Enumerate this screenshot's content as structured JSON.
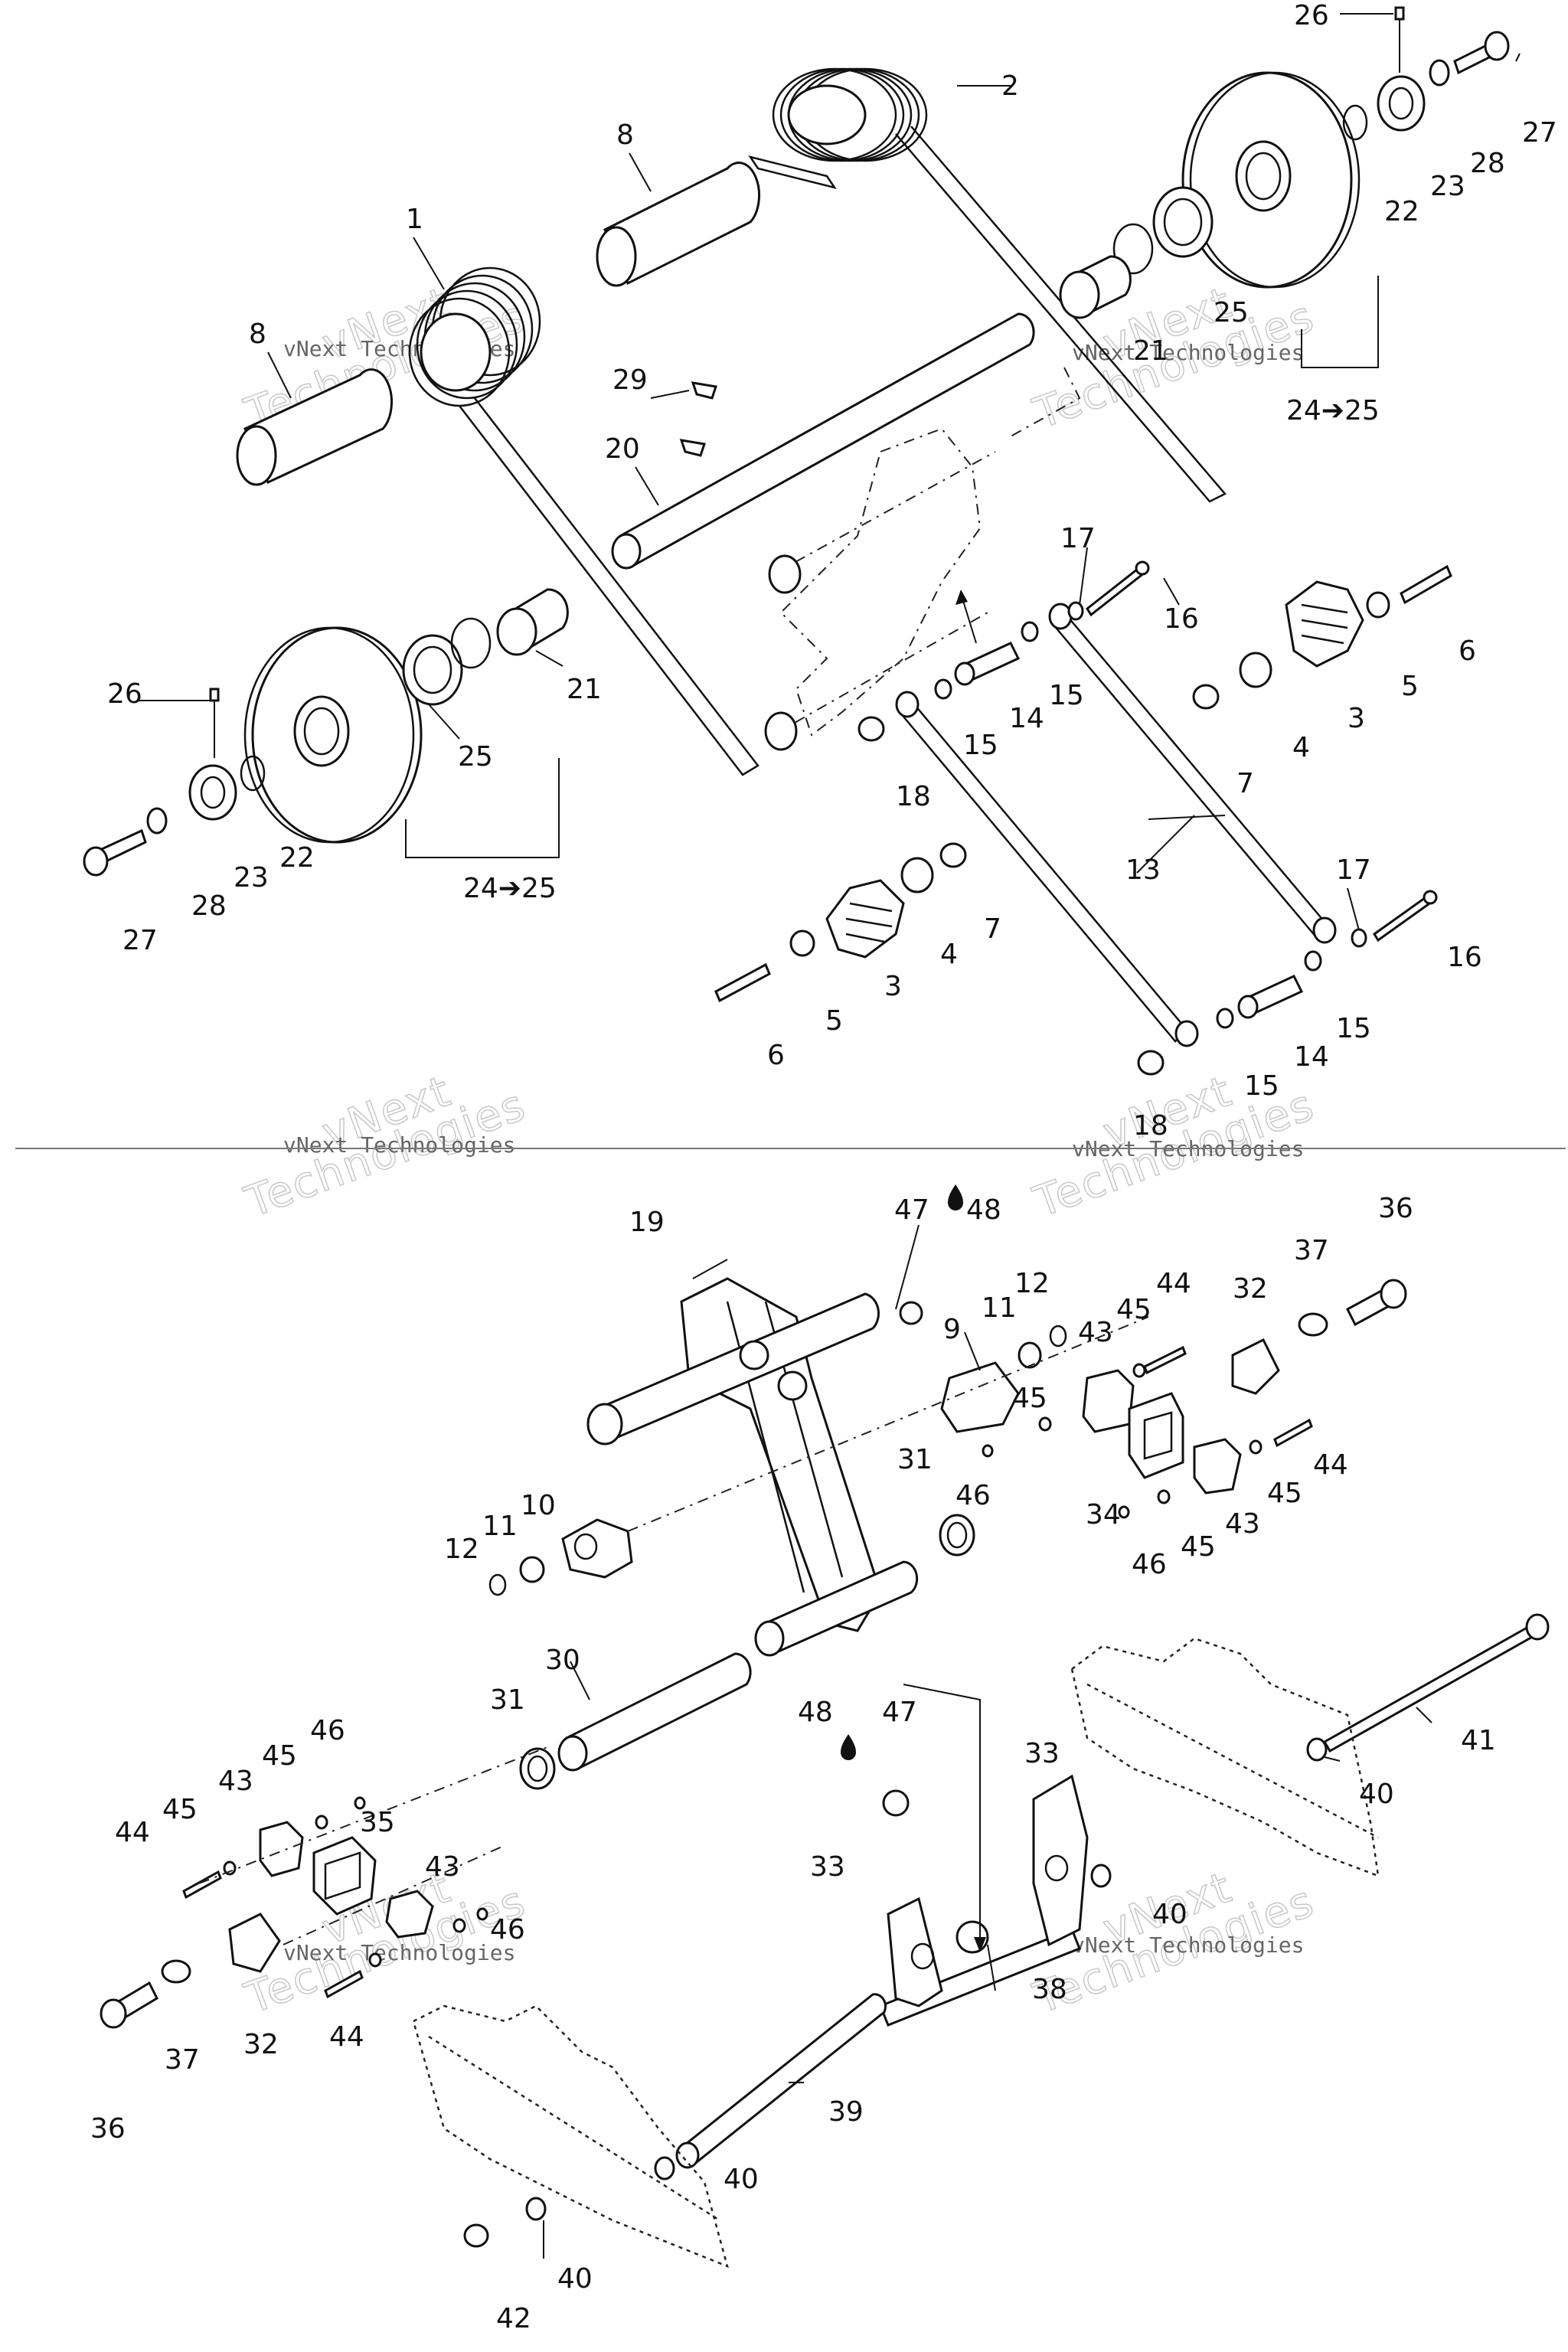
{
  "callouts": {
    "c1": "1",
    "c2": "2",
    "c3a": "3",
    "c3b": "3",
    "c4a": "4",
    "c4b": "4",
    "c5a": "5",
    "c5b": "5",
    "c6a": "6",
    "c6b": "6",
    "c7a": "7",
    "c7b": "7",
    "c8a": "8",
    "c8b": "8",
    "c9": "9",
    "c10": "10",
    "c11a": "11",
    "c11b": "11",
    "c12a": "12",
    "c12b": "12",
    "c13": "13",
    "c14a": "14",
    "c14b": "14",
    "c15a": "15",
    "c15b": "15",
    "c15c": "15",
    "c15d": "15",
    "c16a": "16",
    "c16b": "16",
    "c17a": "17",
    "c17b": "17",
    "c18a": "18",
    "c18b": "18",
    "c19": "19",
    "c20": "20",
    "c21a": "21",
    "c21b": "21",
    "c22a": "22",
    "c22b": "22",
    "c23a": "23",
    "c23b": "23",
    "c24a": "24➔25",
    "c24b": "24➔25",
    "c25a": "25",
    "c25b": "25",
    "c26a": "26",
    "c26b": "26",
    "c27a": "27",
    "c27b": "27",
    "c28a": "28",
    "c28b": "28",
    "c29": "29",
    "c30": "30",
    "c31a": "31",
    "c31b": "31",
    "c32a": "32",
    "c32b": "32",
    "c33a": "33",
    "c33b": "33",
    "c34": "34",
    "c35": "35",
    "c36a": "36",
    "c36b": "36",
    "c37a": "37",
    "c37b": "37",
    "c38": "38",
    "c39": "39",
    "c40a": "40",
    "c40b": "40",
    "c40c": "40",
    "c40d": "40",
    "c41": "41",
    "c42": "42",
    "c43a": "43",
    "c43b": "43",
    "c43c": "43",
    "c43d": "43",
    "c44a": "44",
    "c44b": "44",
    "c44c": "44",
    "c44d": "44",
    "c45a": "45",
    "c45b": "45",
    "c45c": "45",
    "c45d": "45",
    "c45e": "45",
    "c45f": "45",
    "c46a": "46",
    "c46b": "46",
    "c46c": "46",
    "c46d": "46",
    "c47a": "47",
    "c47b": "47",
    "c48a": "48",
    "c48b": "48"
  },
  "watermark": {
    "line1": "vNext",
    "line2": "Technologies",
    "small": "vNext Technologies"
  },
  "icons": {
    "drop": "lubricant-drop-icon"
  }
}
